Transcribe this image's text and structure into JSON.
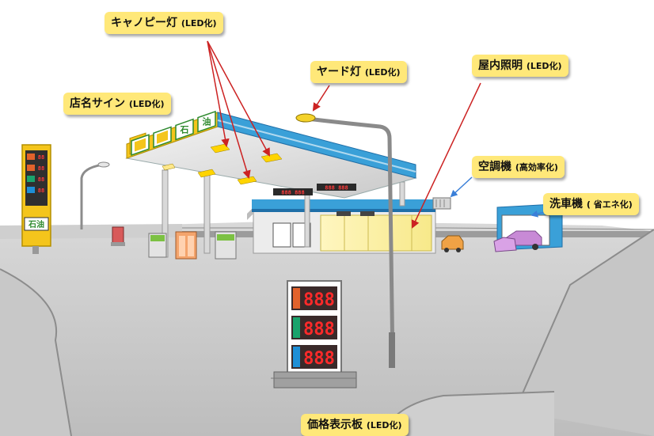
{
  "labels": {
    "canopy": {
      "main": "キャノピー灯",
      "sub": "(LED化)"
    },
    "yard": {
      "main": "ヤード灯",
      "sub": "(LED化)"
    },
    "indoor": {
      "main": "屋内照明",
      "sub": "(LED化)"
    },
    "sign": {
      "main": "店名サイン",
      "sub": "(LED化)"
    },
    "aircon": {
      "main": "空調機",
      "sub": "(高効率化)"
    },
    "carwash": {
      "main": "洗車機",
      "sub": "( 省エネ化)"
    },
    "price": {
      "main": "価格表示板",
      "sub": "(LED化)"
    }
  },
  "canopy_sign": [
    "",
    "",
    "石",
    "油"
  ],
  "pole_sign": {
    "brand": "石油"
  },
  "price_board": {
    "digits": [
      "888",
      "888",
      "888"
    ],
    "swatches": [
      "#e2622b",
      "#1aa36c",
      "#1e8fd6"
    ]
  },
  "colors": {
    "label_bg": "#ffe879",
    "arrow": "#cc2222",
    "canopy_blue": "#3aa0d8",
    "fascia_yellow": "#f4c51c",
    "led_red": "#ff2a2a"
  }
}
